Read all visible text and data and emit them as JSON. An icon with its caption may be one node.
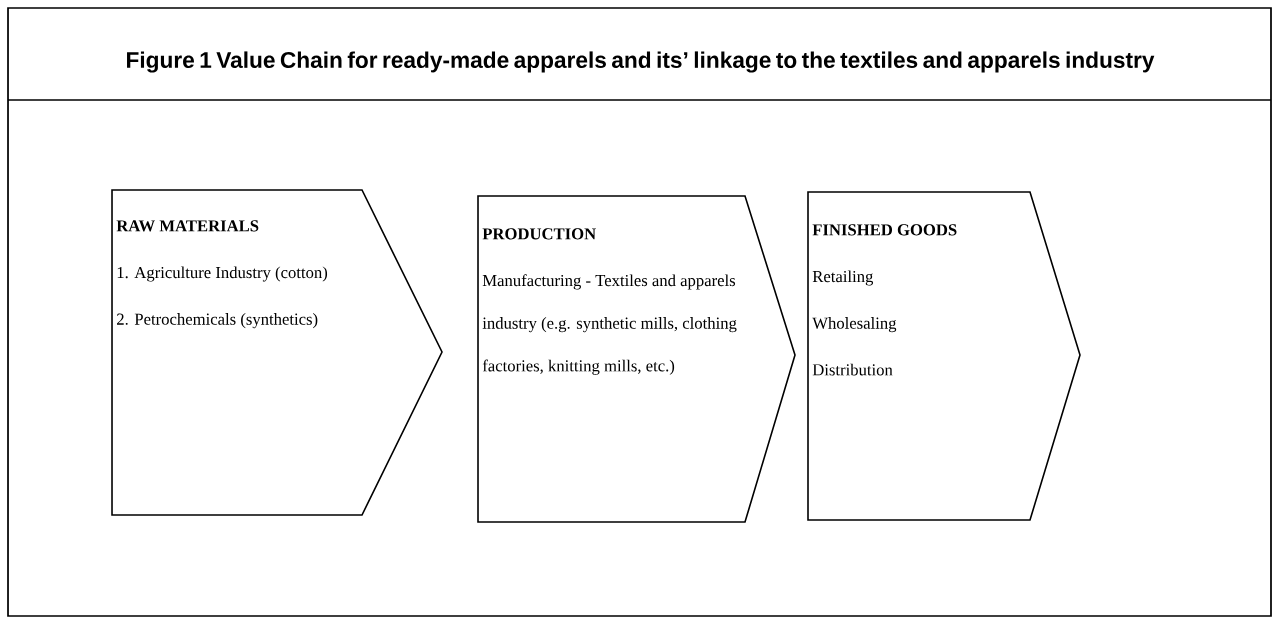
{
  "diagram": {
    "title": "Figure 1 Value Chain for ready-made apparels and its’ linkage to the textiles and apparels industry",
    "nodes": [
      {
        "text": [
          "RAW MATERIALS",
          "1. Agriculture Industry (cotton)",
          "2. Petrochemicals (synthetics)"
        ]
      },
      {
        "text": [
          "PRODUCTION",
          "Manufacturing - Textiles and apparels industry (e.g. synthetic mills, clothing factories, knitting mills, etc.)"
        ]
      },
      {
        "text": [
          "FINISHED GOODS",
          "Retailing",
          "Wholesaling",
          "Distribution"
        ]
      }
    ]
  }
}
